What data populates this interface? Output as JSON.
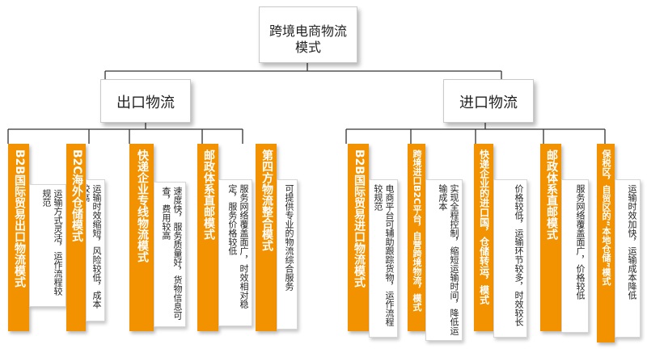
{
  "root": {
    "title_line1": "跨境电商物流",
    "title_line2": "模式"
  },
  "left": {
    "title": "出口物流",
    "modes": [
      {
        "name": "B2B国际贸易出口物流模式",
        "desc": "运输方式灵活，运作流程较规范"
      },
      {
        "name": "B2C海外仓储模式",
        "desc": "运输时效缩短，风险较低，成本较高"
      },
      {
        "name": "快递企业专线物流模式",
        "desc": "速度快，服务质量好，货物信息可查，费用较高"
      },
      {
        "name": "邮政体系直邮模式",
        "desc": "服务网络覆盖面广，时效相对稳定，服务价格较低"
      },
      {
        "name": "第四方物流整合模式",
        "desc": "可提供专业的物流综合服务"
      }
    ]
  },
  "right": {
    "title": "进口物流",
    "modes": [
      {
        "name": "B2B国际贸易进口物流模式",
        "desc": "电商平台可辅助跟踪货物，运作流程较规范"
      },
      {
        "name": "跨境进口B2C平台，自营跨境物流，模式",
        "desc": "实现全程控制，缩短运输时间，降低运输成本"
      },
      {
        "name": "快递企业的进口国，仓储转运，模式",
        "desc": "价格较低，运输环节较多，时效较长"
      },
      {
        "name": "邮政体系直邮模式",
        "desc": "服务网络覆盖面广，价格较低"
      },
      {
        "name": "保税区，自贸区的“本地仓储”模式",
        "desc": "运输时效加快，运输成本降低"
      }
    ]
  },
  "colors": {
    "accent": "#f39200",
    "connector": "#333333",
    "box_border": "#c9c9c9"
  }
}
